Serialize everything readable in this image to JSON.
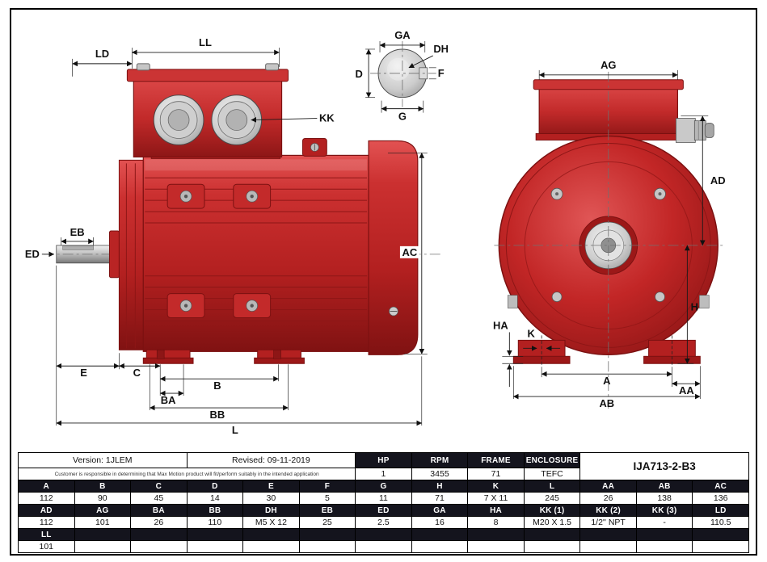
{
  "drawing": {
    "labels": {
      "LD": "LD",
      "LL": "LL",
      "KK": "KK",
      "EB": "EB",
      "ED": "ED",
      "AC": "AC",
      "E": "E",
      "C": "C",
      "B": "B",
      "BA": "BA",
      "BB": "BB",
      "L": "L",
      "GA": "GA",
      "DH": "DH",
      "F": "F",
      "D": "D",
      "G": "G",
      "AG": "AG",
      "AD": "AD",
      "H": "H",
      "HA": "HA",
      "K": "K",
      "A": "A",
      "AA": "AA",
      "AB": "AB"
    },
    "colors": {
      "motor_red": "#c12828",
      "dark_red": "#7c1111",
      "steel_gray": "#c9c9c9",
      "table_header": "#14141d"
    }
  },
  "title_block": {
    "version": "Version: 1JLEM",
    "revised": "Revised: 09-11-2019",
    "disclaimer": "Customer is responsible in determining that Max Motion product will fit/perform suitably in the intended application",
    "part_number": "IJA713-2-B3",
    "spec_headers": [
      "HP",
      "RPM",
      "FRAME",
      "ENCLOSURE"
    ],
    "spec_values": [
      "1",
      "3455",
      "71",
      "TEFC"
    ]
  },
  "dim_table": {
    "headers1": [
      "A",
      "B",
      "C",
      "D",
      "E",
      "F",
      "G",
      "H",
      "K",
      "L",
      "AA",
      "AB",
      "AC"
    ],
    "values1": [
      "112",
      "90",
      "45",
      "14",
      "30",
      "5",
      "11",
      "71",
      "7 X 11",
      "245",
      "26",
      "138",
      "136"
    ],
    "headers2": [
      "AD",
      "AG",
      "BA",
      "BB",
      "DH",
      "EB",
      "ED",
      "GA",
      "HA",
      "KK (1)",
      "KK (2)",
      "KK (3)",
      "LD"
    ],
    "values2": [
      "112",
      "101",
      "26",
      "110",
      "M5 X 12",
      "25",
      "2.5",
      "16",
      "8",
      "M20 X 1.5",
      "1/2'' NPT",
      "-",
      "110.5"
    ],
    "header3": "LL",
    "value3": "101"
  }
}
